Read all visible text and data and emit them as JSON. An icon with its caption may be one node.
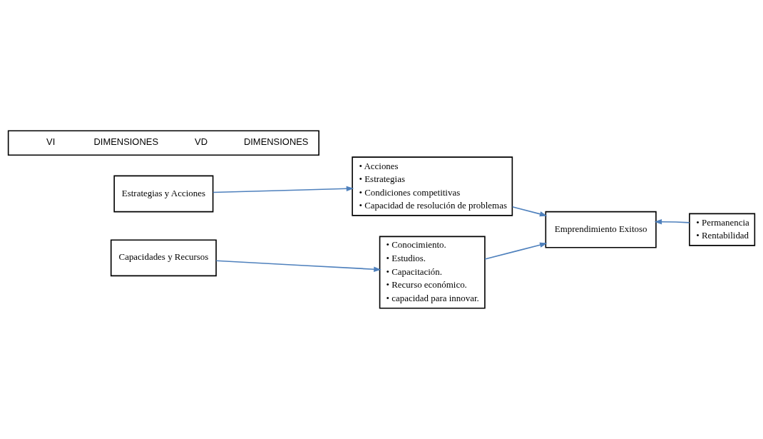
{
  "diagram": {
    "nodes": [
      {
        "text": [
          "VI",
          "DIMENSIONES",
          "VD",
          "DIMENSIONES"
        ]
      },
      {
        "text": [
          "Estrategias y Acciones"
        ]
      },
      {
        "text": [
          "• Acciones",
          "• Estrategias",
          "• Condiciones competitivas",
          "• Capacidad de resolución de problemas"
        ]
      },
      {
        "text": [
          "Emprendimiento Exitoso"
        ]
      },
      {
        "text": [
          "• Permanencia",
          "• Rentabilidad"
        ]
      },
      {
        "text": [
          "Capacidades y Recursos"
        ]
      },
      {
        "text": [
          "• Conocimiento.",
          "• Estudios.",
          "• Capacitación.",
          "• Recurso económico.",
          "• capacidad para innovar."
        ]
      }
    ],
    "edges": [
      {
        "from": 1,
        "to": 2,
        "arrow": "to"
      },
      {
        "from": 2,
        "to": 3,
        "arrow": "to"
      },
      {
        "from": 4,
        "to": 3,
        "arrow": "to"
      },
      {
        "from": 5,
        "to": 6,
        "arrow": "to"
      },
      {
        "from": 6,
        "to": 3,
        "arrow": "to"
      }
    ]
  }
}
